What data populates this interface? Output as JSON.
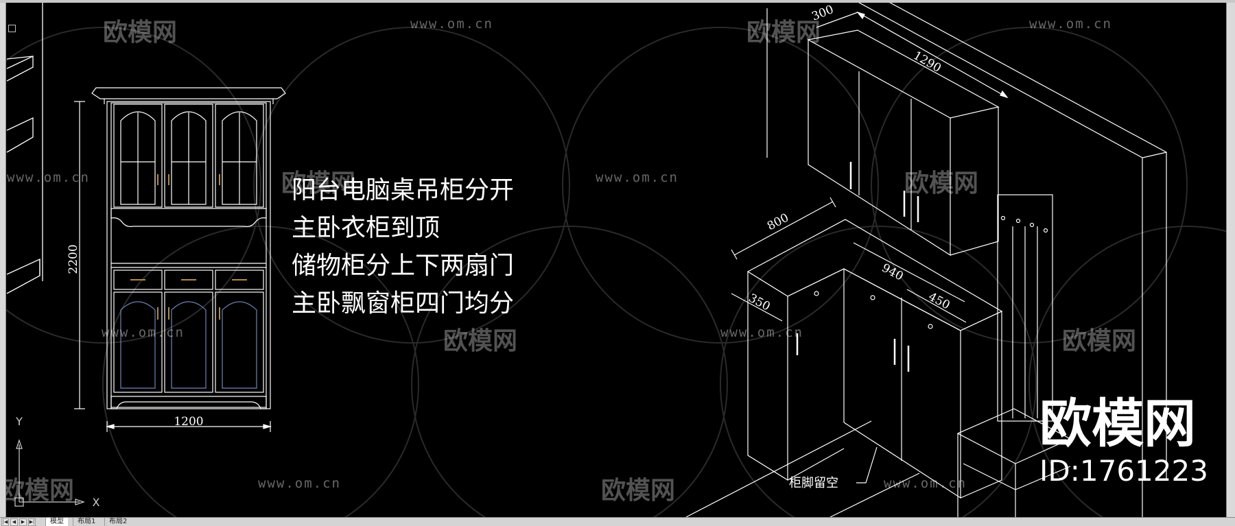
{
  "notes": [
    "阳台电脑桌吊柜分开",
    "主卧衣柜到顶",
    "储物柜分上下两扇门",
    "主卧飘窗柜四门均分"
  ],
  "dimensions": {
    "cabinet_height": "2200",
    "cabinet_width": "1200",
    "upper_depth": "300",
    "upper_width": "1290",
    "lower_long": "800",
    "lower_depth_left": "350",
    "lower_mid": "940",
    "lower_right": "450"
  },
  "annotation": "柜脚留空",
  "watermark": {
    "name": "欧模网",
    "url": "www.om.cn"
  },
  "brand": {
    "name": "欧模网",
    "id": "ID:1761223"
  },
  "tabs": [
    "模型",
    "布局1",
    "布局2"
  ],
  "nav_buttons": [
    "|◀",
    "◀",
    "▶",
    "▶|"
  ],
  "ucs": {
    "x": "X",
    "y": "Y"
  }
}
